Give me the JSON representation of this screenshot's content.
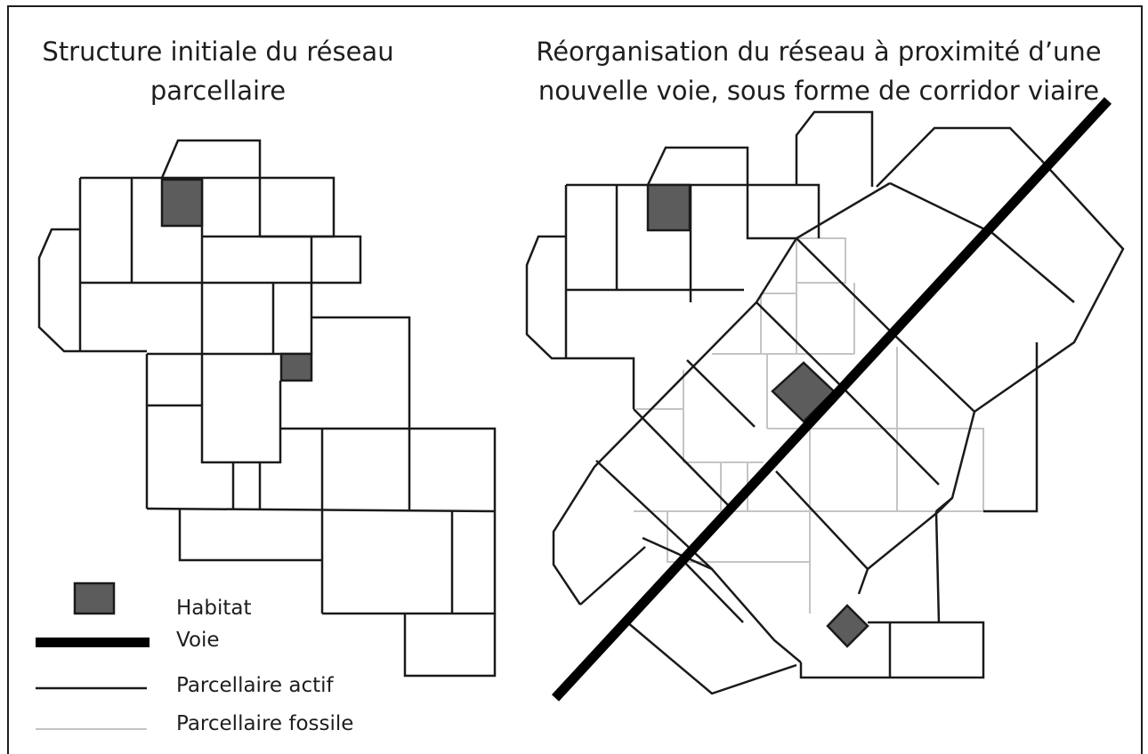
{
  "panels": {
    "left_title": "Structure initiale du réseau parcellaire",
    "right_title_line1": "Réorganisation du réseau à proximité d’une",
    "right_title_line2": "nouvelle voie, sous forme de corridor viaire"
  },
  "legend": {
    "habitat": "Habitat",
    "voie": "Voie",
    "actif": "Parcellaire actif",
    "fossile": "Parcellaire fossile"
  },
  "colors": {
    "habitat_fill": "#5c5c5c",
    "voie": "#000000",
    "actif": "#1a1a1a",
    "fossile": "#c4c4c4"
  }
}
